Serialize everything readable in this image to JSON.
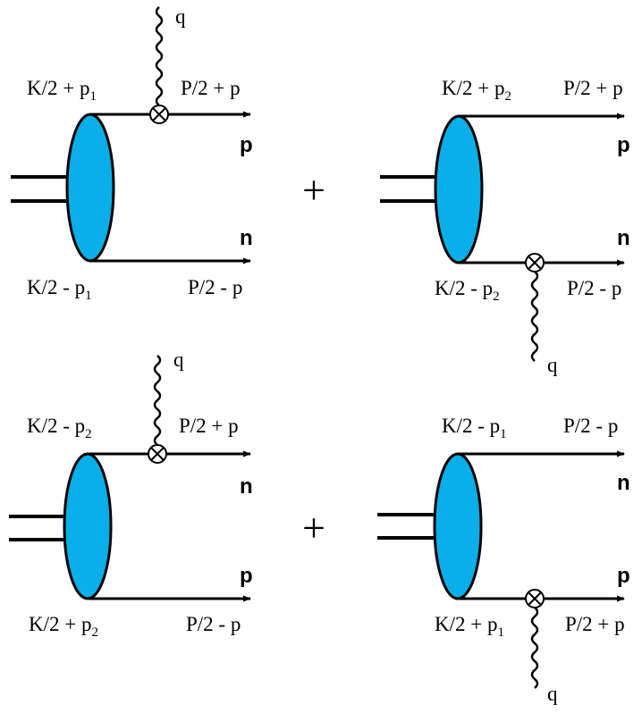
{
  "colors": {
    "blob": "#0aaee8",
    "stroke": "#000000",
    "background": "#ffffff"
  },
  "plus_sign": "+",
  "diagrams": [
    {
      "top_momentum": {
        "main": "K/2 + p",
        "sub": "1"
      },
      "top_out": "P/2 + p",
      "top_particle": "p",
      "bottom_momentum": {
        "main": "K/2 - p",
        "sub": "1"
      },
      "bottom_out": "P/2 - p",
      "bottom_particle": "n",
      "photon_label": "q"
    },
    {
      "top_momentum": {
        "main": "K/2 + p",
        "sub": "2"
      },
      "top_out": "P/2 + p",
      "top_particle": "p",
      "bottom_momentum": {
        "main": "K/2 - p",
        "sub": "2"
      },
      "bottom_out": "P/2 - p",
      "bottom_particle": "n",
      "photon_label": "q"
    },
    {
      "top_momentum": {
        "main": "K/2 - p",
        "sub": "2"
      },
      "top_out": "P/2 + p",
      "top_particle": "n",
      "bottom_momentum": {
        "main": "K/2 + p",
        "sub": "2"
      },
      "bottom_out": "P/2 - p",
      "bottom_particle": "p",
      "photon_label": "q"
    },
    {
      "top_momentum": {
        "main": "K/2 - p",
        "sub": "1"
      },
      "top_out": "P/2 - p",
      "top_particle": "n",
      "bottom_momentum": {
        "main": "K/2 + p",
        "sub": "1"
      },
      "bottom_out": "P/2 + p",
      "bottom_particle": "p",
      "photon_label": "q"
    }
  ]
}
